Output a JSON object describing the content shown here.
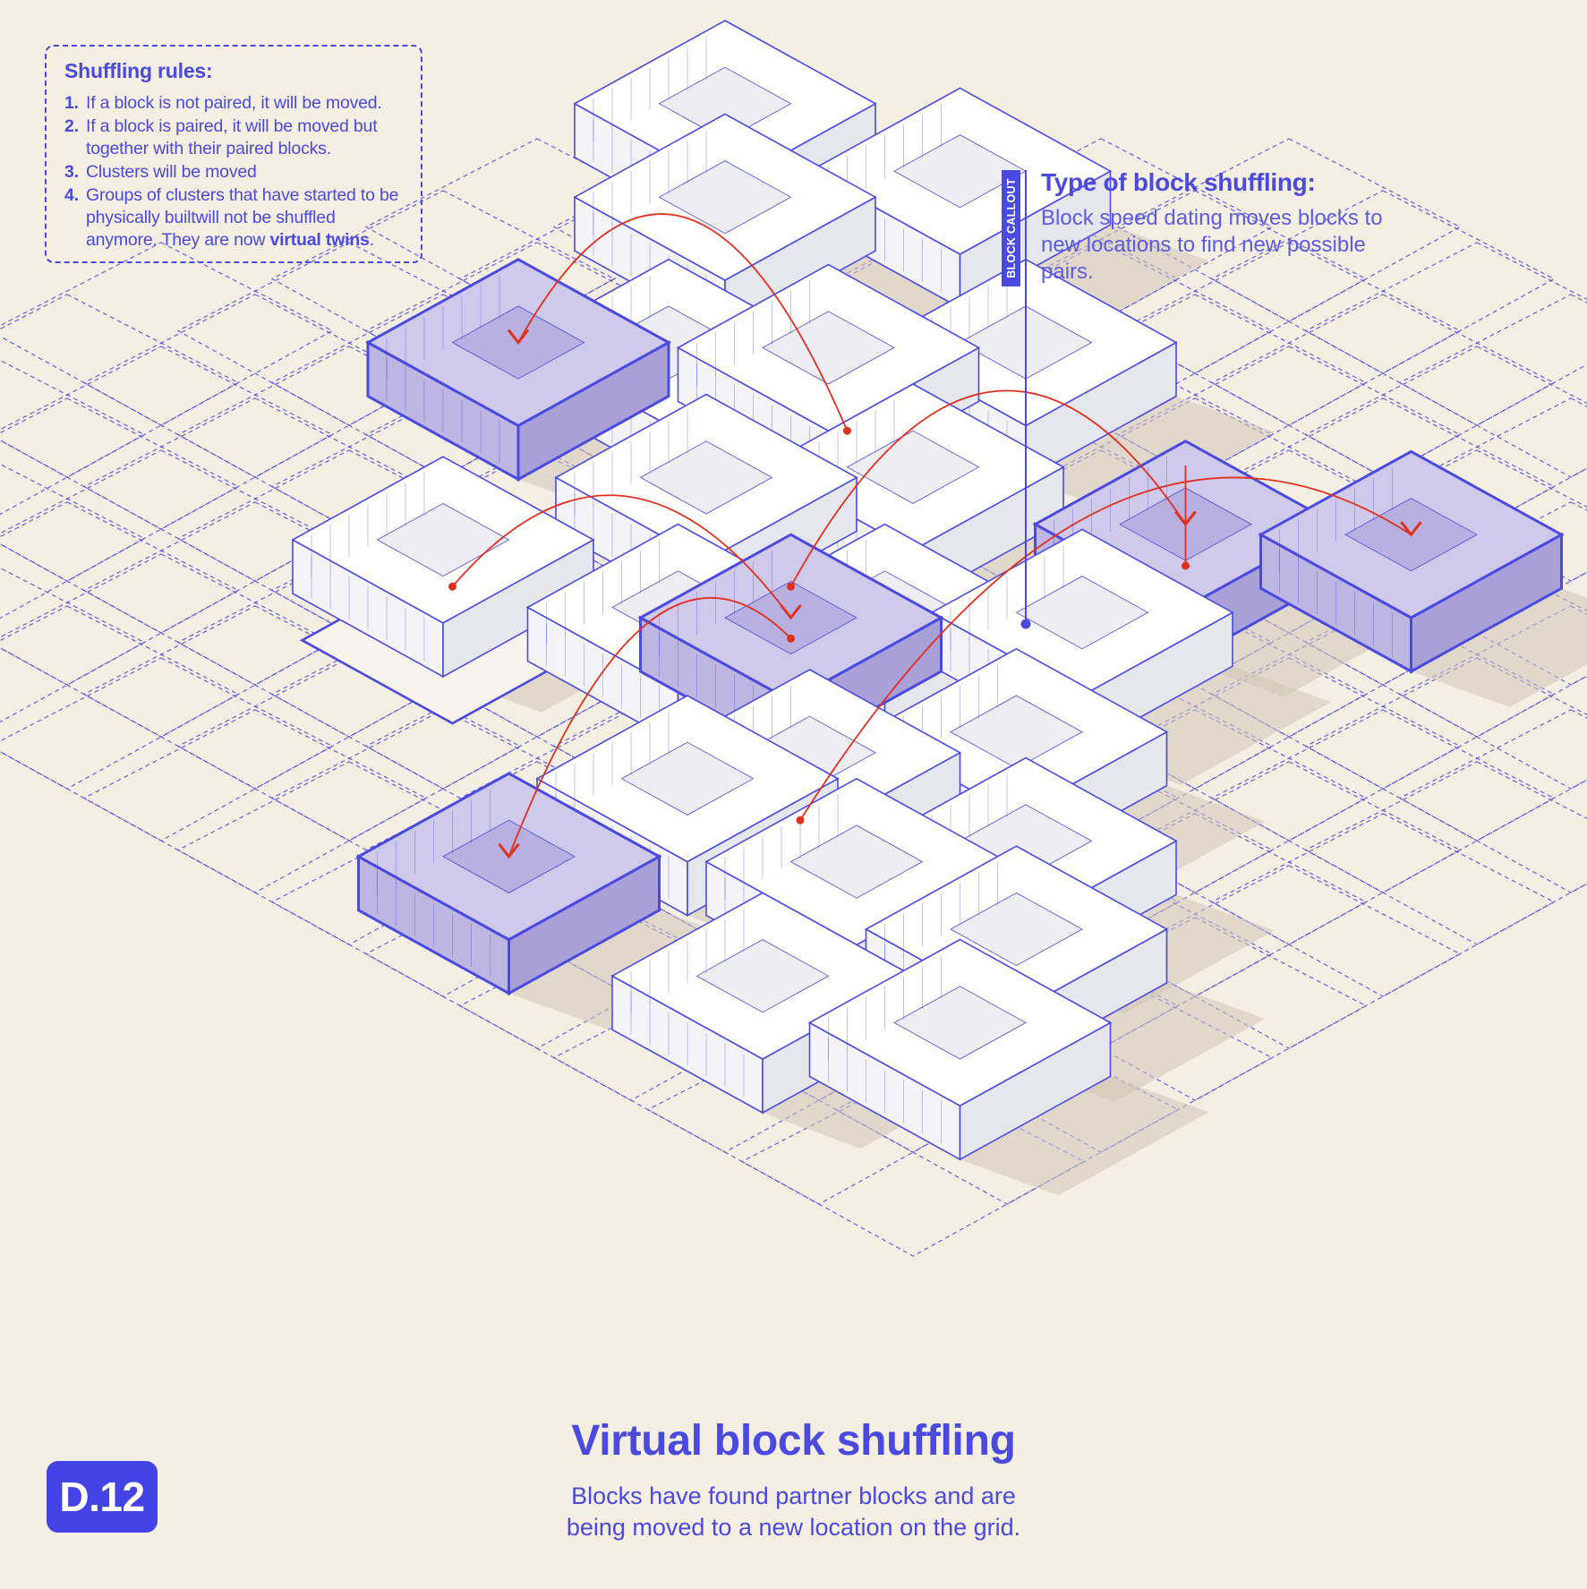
{
  "rules": {
    "title": "Shuffling rules:",
    "items": [
      {
        "num": "1.",
        "text": "If a block is not paired, it will be moved.",
        "bold": ""
      },
      {
        "num": "2.",
        "text": "If a block is paired, it will be moved but together with their paired blocks.",
        "bold": ""
      },
      {
        "num": "3.",
        "text": "Clusters will be moved",
        "bold": ""
      },
      {
        "num": "4.",
        "text": "Groups of clusters that have started to be physically builtwill not be shuffled anymore. They are now ",
        "bold": "virtual twins",
        "tail": "."
      }
    ]
  },
  "callout": {
    "tag": "BLOCK CALLOUT",
    "title": "Type of block shuffling:",
    "body": "Block speed dating moves blocks to new locations to find new possible pairs."
  },
  "title": "Virtual block shuffling",
  "subtitle_line1": "Blocks have found partner blocks and are",
  "subtitle_line2": "being moved to a new location on the grid.",
  "badge": "D.12",
  "colors": {
    "background": "#f5eee3",
    "accent_blue": "#4a4ae0",
    "arrow_red": "#e0301e",
    "block_fill": "#ffffff",
    "highlight_fill": "#cfc9ec"
  }
}
